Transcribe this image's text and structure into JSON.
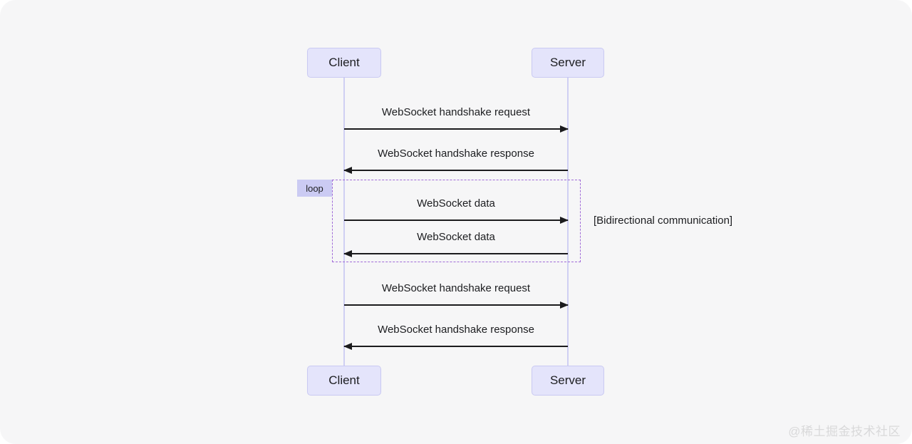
{
  "diagram": {
    "actors": [
      {
        "label": "Client"
      },
      {
        "label": "Server"
      }
    ],
    "messages": [
      {
        "label": "WebSocket handshake request",
        "direction": "right",
        "from": "Client",
        "to": "Server"
      },
      {
        "label": "WebSocket handshake response",
        "direction": "left",
        "from": "Server",
        "to": "Client"
      },
      {
        "label": "WebSocket data",
        "direction": "right",
        "from": "Client",
        "to": "Server"
      },
      {
        "label": "WebSocket data",
        "direction": "left",
        "from": "Server",
        "to": "Client"
      },
      {
        "label": "WebSocket handshake request",
        "direction": "right",
        "from": "Client",
        "to": "Server"
      },
      {
        "label": "WebSocket handshake response",
        "direction": "left",
        "from": "Server",
        "to": "Client"
      }
    ],
    "loop": {
      "label": "loop",
      "condition": "[Bidirectional communication]"
    },
    "colors": {
      "canvas_bg": "#f6f6f7",
      "actor_fill": "#e4e4fb",
      "actor_border": "#c9c9f2",
      "lifeline": "#cfcff3",
      "arrow": "#1b1b1d",
      "loop_tag_bg": "#cbcbf3",
      "loop_border": "#a06bd8",
      "watermark": "#d9d9da"
    }
  },
  "watermark": {
    "text": "@稀土掘金技术社区"
  }
}
